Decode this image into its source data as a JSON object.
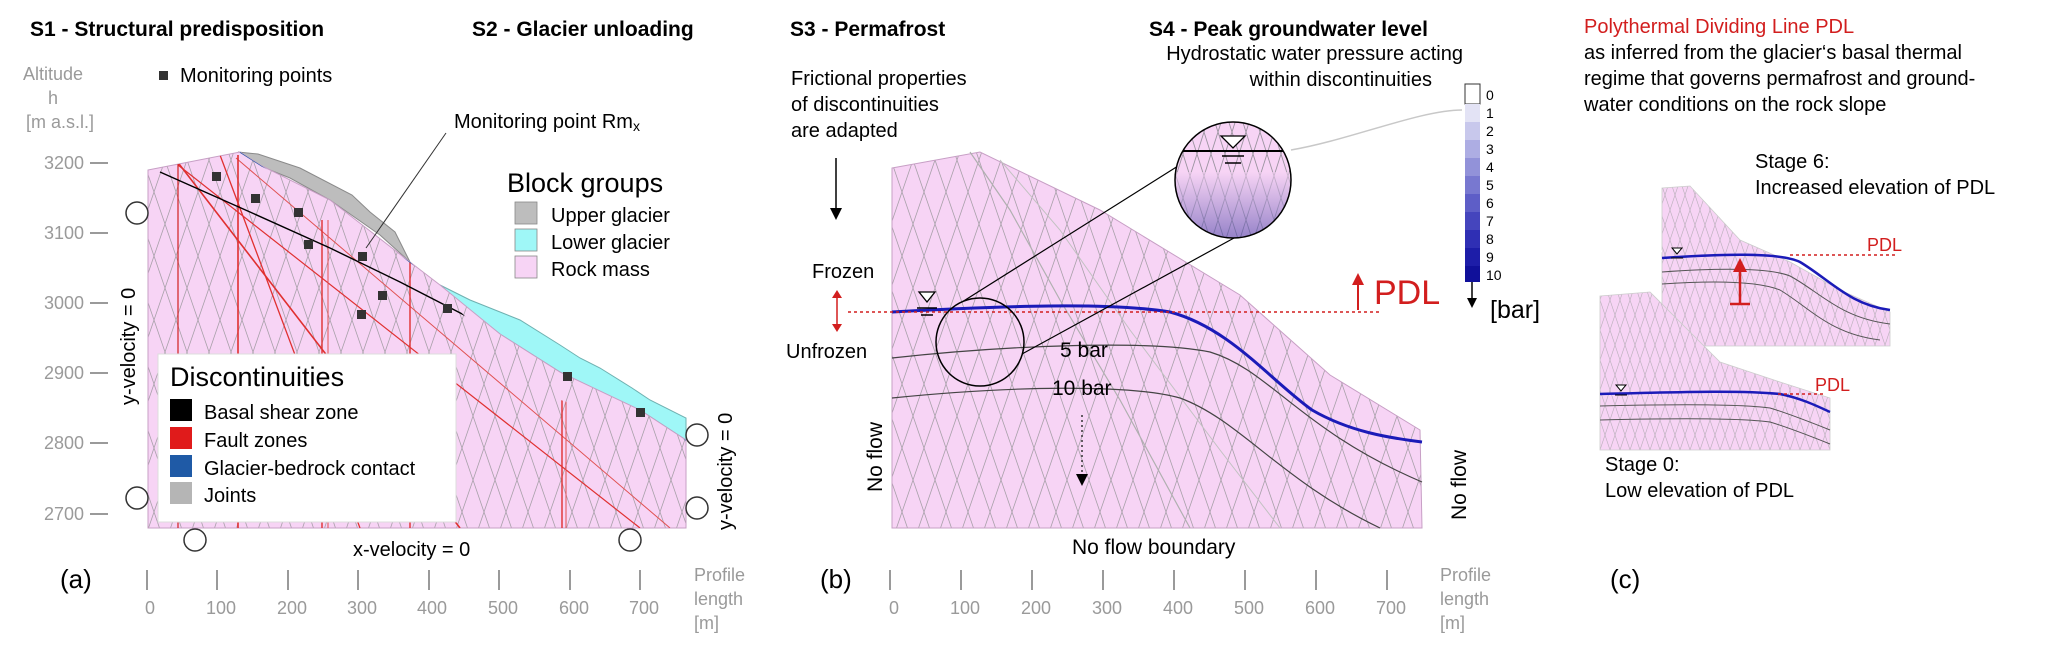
{
  "panel_a": {
    "letter": "(a)",
    "title_s1": "S1 - Structural predisposition",
    "title_s2": "S2 - Glacier unloading",
    "altitude_label": [
      "Altitude",
      "h",
      "[m a.s.l.]"
    ],
    "y_ticks": [
      "3200",
      "3100",
      "3000",
      "2900",
      "2800",
      "2700"
    ],
    "x_ticks": [
      "0",
      "100",
      "200",
      "300",
      "400",
      "500",
      "600",
      "700"
    ],
    "profile_label": [
      "Profile",
      "length",
      "[m]"
    ],
    "monitoring_legend": "Monitoring points",
    "monitoring_callout": "Monitoring point Rm",
    "monitoring_callout_sub": "x",
    "y_velocity_left": "y-velocity = 0",
    "y_velocity_right": "y-velocity = 0",
    "x_velocity": "x-velocity = 0",
    "block_groups": {
      "title": "Block groups",
      "items": [
        {
          "label": "Upper glacier",
          "color": "#bdbdbd"
        },
        {
          "label": "Lower glacier",
          "color": "#9ff7f7"
        },
        {
          "label": "Rock mass",
          "color": "#f7d4f5"
        }
      ]
    },
    "discontinuities": {
      "title": "Discontinuities",
      "items": [
        {
          "label": "Basal shear zone",
          "color": "#000000"
        },
        {
          "label": "Fault zones",
          "color": "#e01b1b"
        },
        {
          "label": "Glacier-bedrock contact",
          "color": "#1f5aa6"
        },
        {
          "label": "Joints",
          "color": "#b5b5b5"
        }
      ]
    }
  },
  "panel_b": {
    "letter": "(b)",
    "title_s3": "S3 - Permafrost",
    "title_s4": "S4 - Peak groundwater level",
    "frictional_text": [
      "Frictional properties",
      "of discontinuities",
      "are adapted"
    ],
    "hydrostatic_text": [
      "Hydrostatic water pressure acting",
      "within discontinuities"
    ],
    "frozen": "Frozen",
    "unfrozen": "Unfrozen",
    "pdl": "PDL",
    "bar5": "5 bar",
    "bar10": "10 bar",
    "no_flow_left": "No flow",
    "no_flow_right": "No flow",
    "no_flow_boundary": "No flow boundary",
    "x_ticks": [
      "0",
      "100",
      "200",
      "300",
      "400",
      "500",
      "600",
      "700"
    ],
    "profile_label": [
      "Profile",
      "length",
      "[m]"
    ],
    "scale_values": [
      "0",
      "1",
      "2",
      "3",
      "4",
      "5",
      "6",
      "7",
      "8",
      "9",
      "10"
    ],
    "scale_unit": "[bar]"
  },
  "panel_c": {
    "letter": "(c)",
    "title": "Polythermal Dividing Line PDL",
    "description": [
      "as inferred from the glacier‘s basal thermal",
      "regime that governs permafrost and ground-",
      "water conditions on the rock slope"
    ],
    "stage6": [
      "Stage 6:",
      "Increased elevation of PDL"
    ],
    "stage0": [
      "Stage 0:",
      "Low elevation of PDL"
    ],
    "pdl_upper": "PDL",
    "pdl_lower": "PDL"
  }
}
